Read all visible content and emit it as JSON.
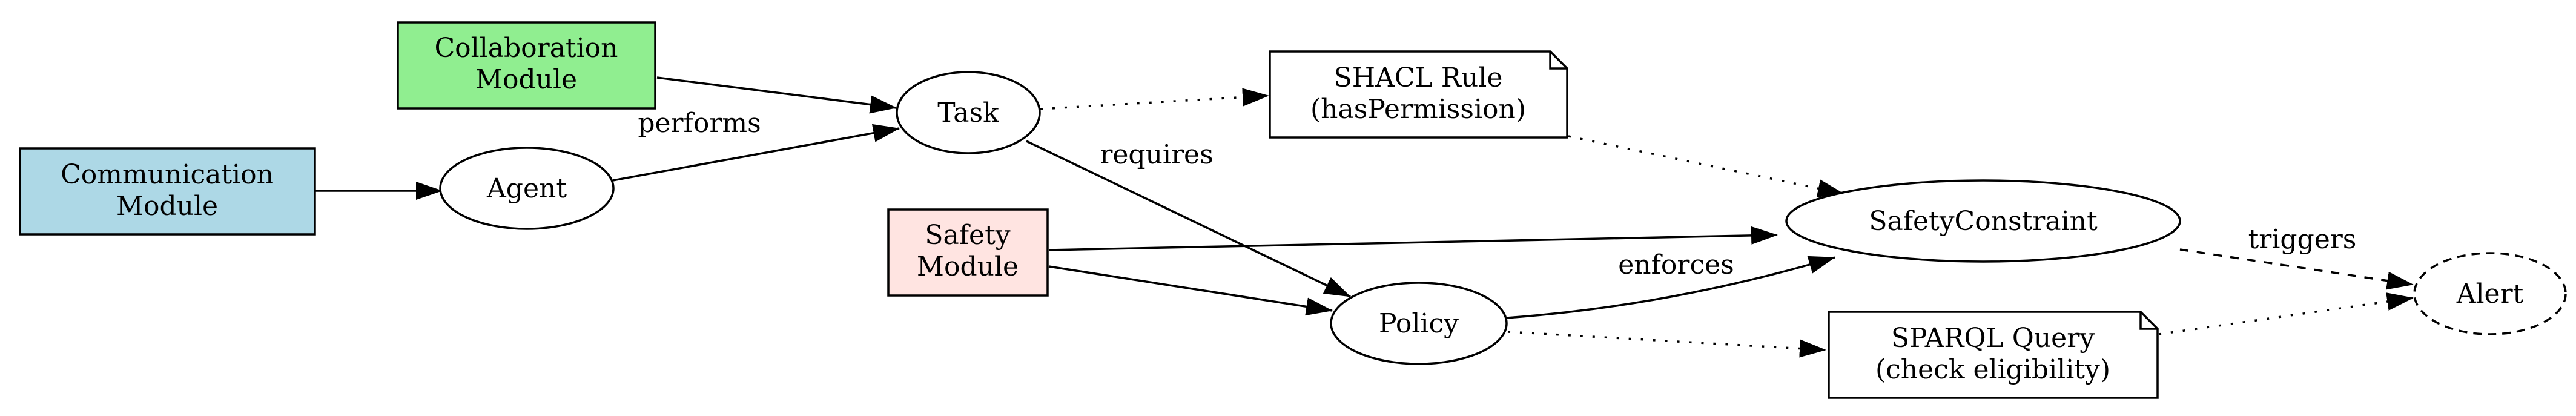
{
  "colors": {
    "communication_fill": "#add8e6",
    "collaboration_fill": "#90ee90",
    "safety_fill": "#ffe4e1",
    "default_fill": "#ffffff",
    "stroke": "#000000"
  },
  "nodes": {
    "communication_module": {
      "line1": "Communication",
      "line2": "Module",
      "shape": "box"
    },
    "collaboration_module": {
      "line1": "Collaboration",
      "line2": "Module",
      "shape": "box"
    },
    "safety_module": {
      "line1": "Safety",
      "line2": "Module",
      "shape": "box"
    },
    "agent": {
      "label": "Agent",
      "shape": "ellipse"
    },
    "task": {
      "label": "Task",
      "shape": "ellipse"
    },
    "policy": {
      "label": "Policy",
      "shape": "ellipse"
    },
    "safety_constraint": {
      "label": "SafetyConstraint",
      "shape": "ellipse"
    },
    "alert": {
      "label": "Alert",
      "shape": "ellipse",
      "style": "dashed"
    },
    "shacl_rule": {
      "line1": "SHACL Rule",
      "line2": "(hasPermission)",
      "shape": "note"
    },
    "sparql_query": {
      "line1": "SPARQL Query",
      "line2": "(check eligibility)",
      "shape": "note"
    }
  },
  "edges": {
    "performs": "performs",
    "requires": "requires",
    "enforces": "enforces",
    "triggers": "triggers"
  }
}
